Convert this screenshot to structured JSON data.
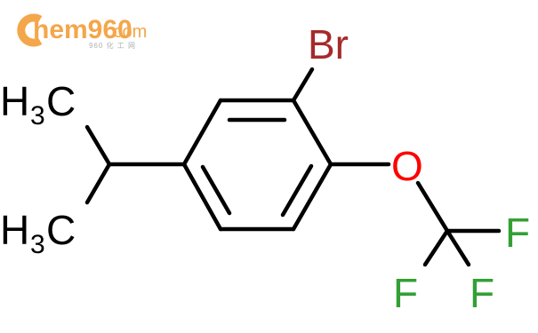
{
  "watermark": {
    "brand": "hem960",
    "domain": ".com",
    "tagline": "960 化 工 网",
    "brand_color": "#f4a64a",
    "tagline_color": "#b0b0b0"
  },
  "molecule": {
    "atoms": {
      "br": "Br",
      "o": "O",
      "f1": "F",
      "f2": "F",
      "f3": "F",
      "h3c_top_h": "H",
      "h3c_top_sub": "3",
      "h3c_top_c": "C",
      "h3c_bot_h": "H",
      "h3c_bot_sub": "3",
      "h3c_bot_c": "C"
    },
    "colors": {
      "bond": "#000000",
      "carbon_text": "#000000",
      "bromine": "#a52a2a",
      "oxygen": "#ff0000",
      "fluorine": "#33a033"
    }
  }
}
